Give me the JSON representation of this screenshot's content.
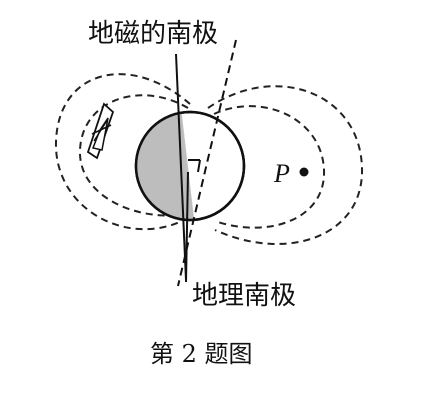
{
  "labels": {
    "magnetic_south_pole": "地磁的南极",
    "geographic_south_pole": "地理南极",
    "point": "P",
    "caption": "第 2 题图"
  },
  "colors": {
    "earth_fill": "#bdbdbd",
    "ink": "#111111"
  },
  "icons": {
    "compass": "compass-needle-icon",
    "point": "point-marker-icon"
  }
}
